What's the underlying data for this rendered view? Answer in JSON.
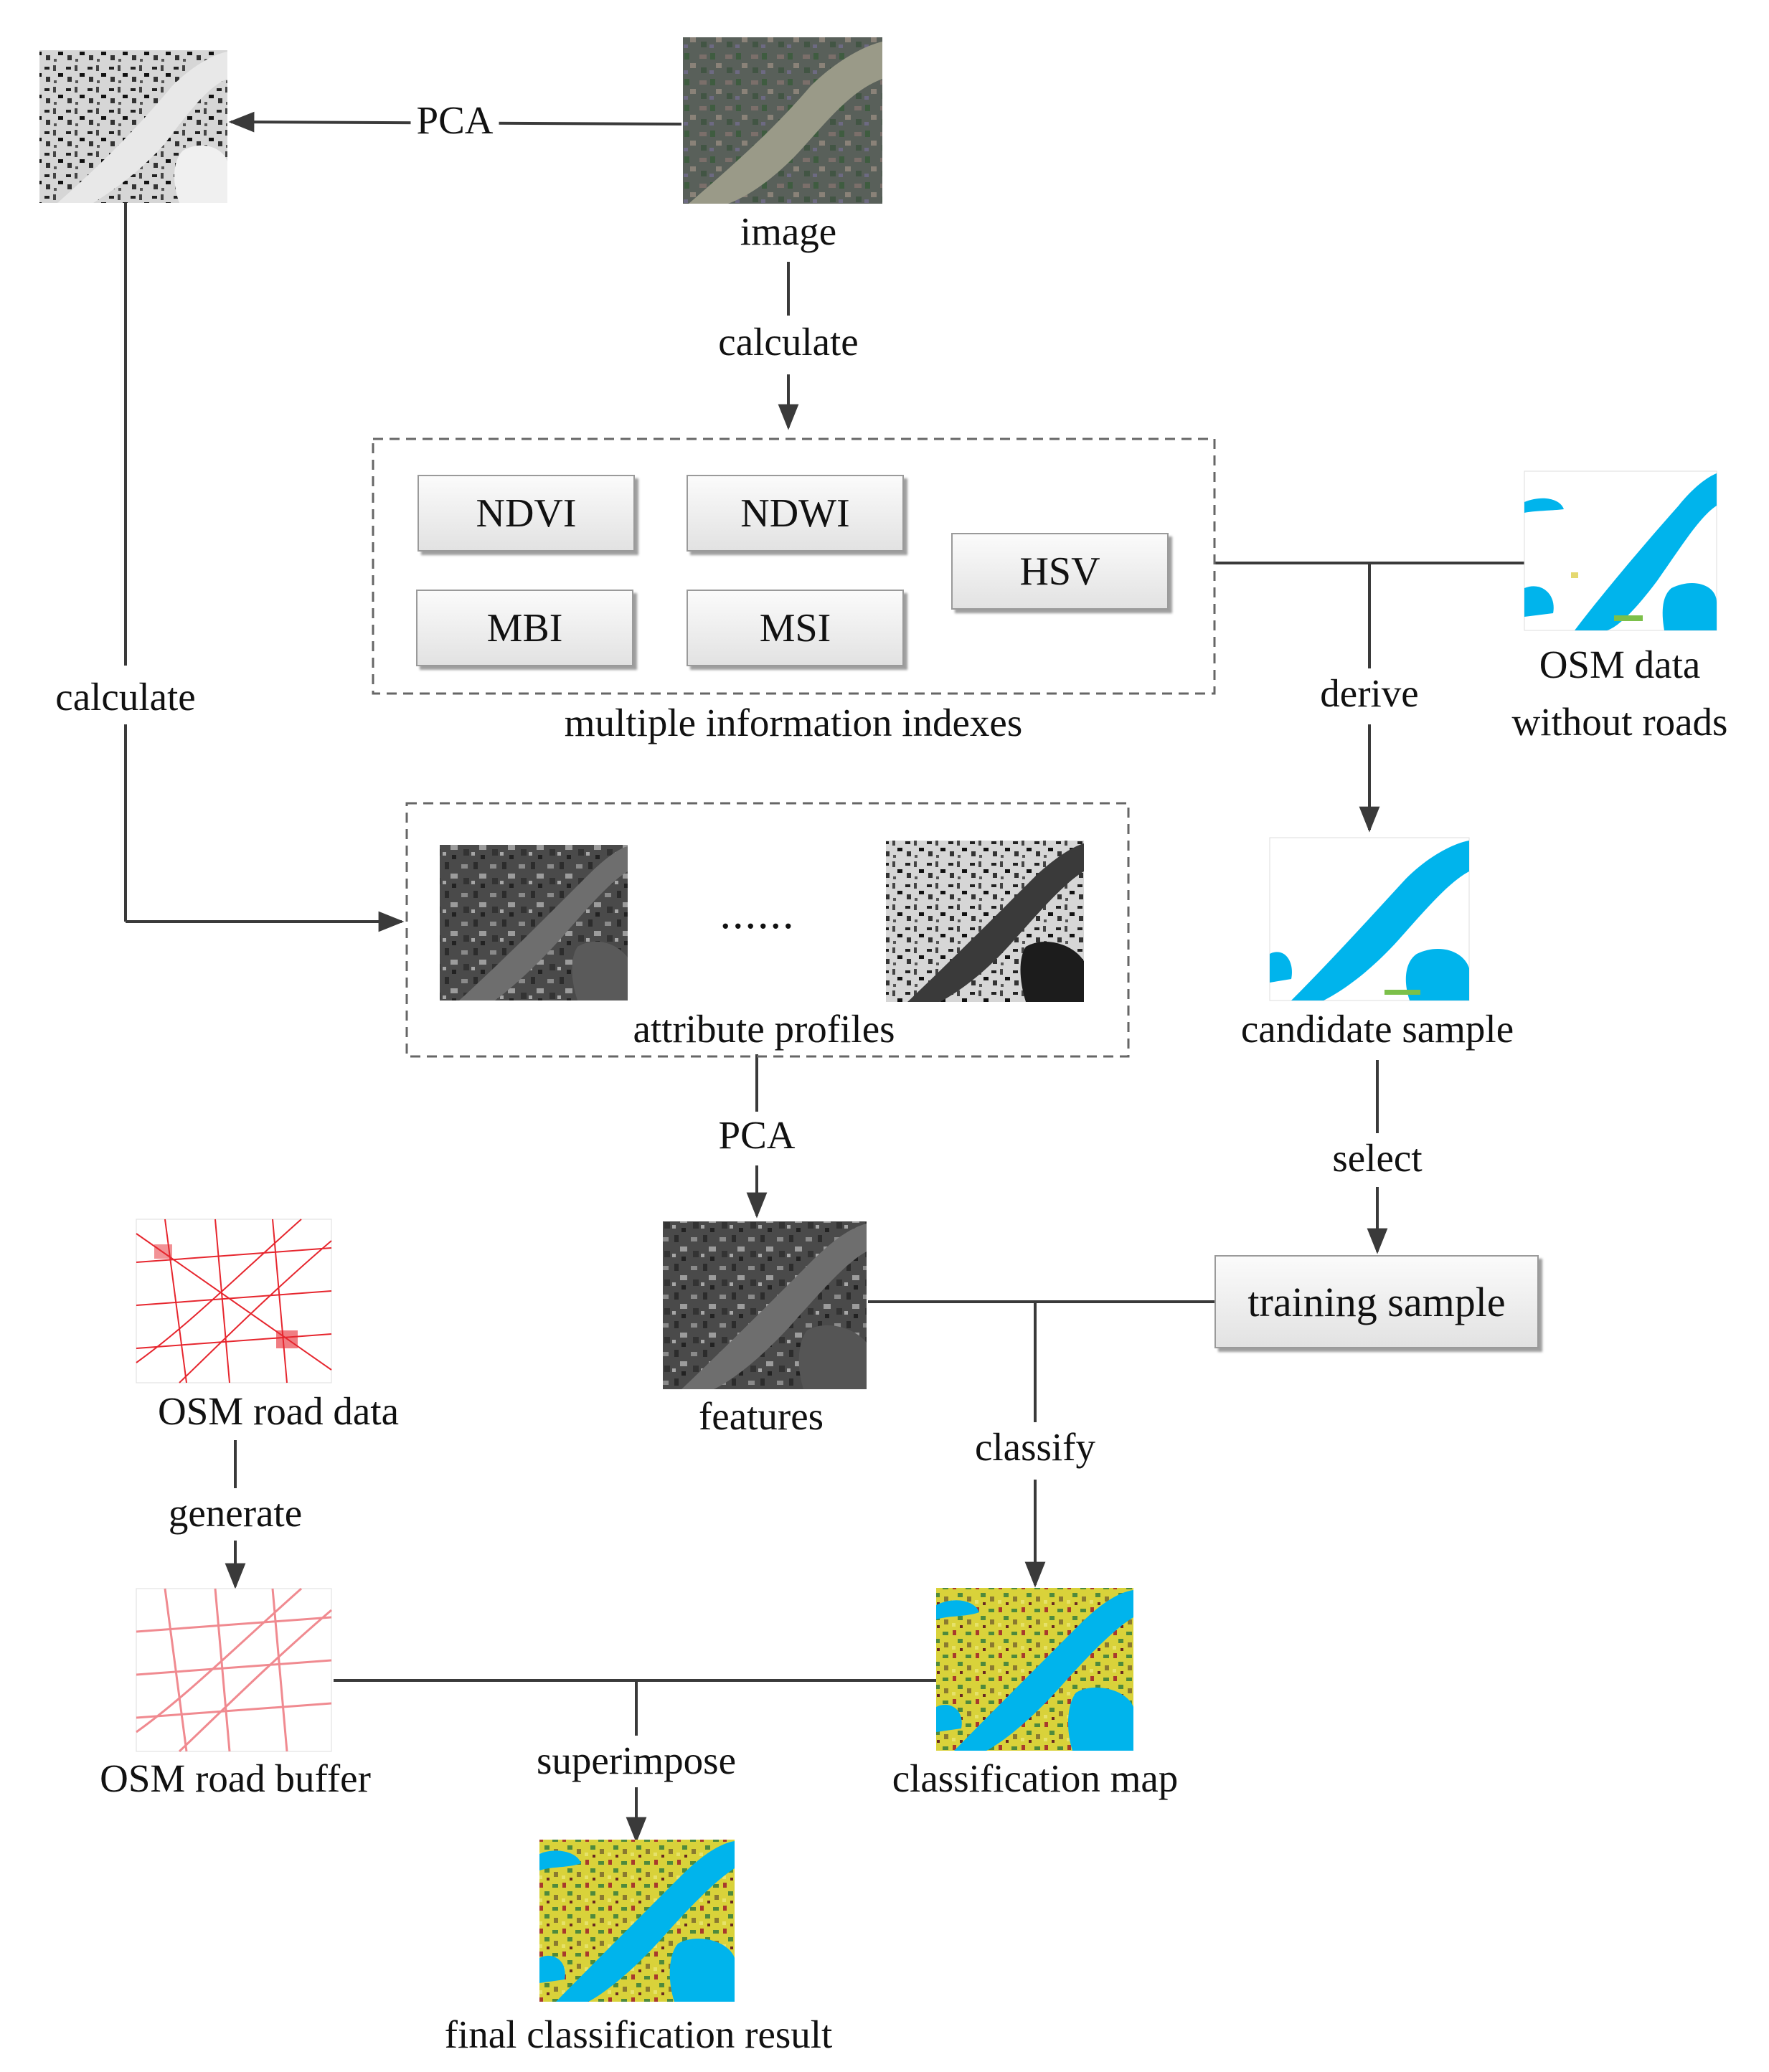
{
  "labels": {
    "pca_top": "PCA",
    "image": "image",
    "calculate_mid": "calculate",
    "calculate_left": "calculate",
    "multiple_indexes": "multiple information indexes",
    "derive": "derive",
    "osm_no_roads": [
      "OSM data",
      "without roads"
    ],
    "dots": "......",
    "attribute_profiles": "attribute profiles",
    "candidate_sample": "candidate sample",
    "pca_mid": "PCA",
    "select": "select",
    "training_sample": "training sample",
    "osm_road_data": "OSM road data",
    "features": "features",
    "classify": "classify",
    "generate": "generate",
    "osm_road_buffer": "OSM road buffer",
    "superimpose": "superimpose",
    "classification_map": "classification map",
    "final_result": "final classification result"
  },
  "index_boxes": [
    "NDVI",
    "NDWI",
    "HSV",
    "MBI",
    "MSI"
  ],
  "colors": {
    "line": "#3a3a3a",
    "water": "#00b4ec",
    "road": "#e6262e",
    "classification_yellow": "#d9d23a",
    "vegetation": "#4f8a3c"
  }
}
